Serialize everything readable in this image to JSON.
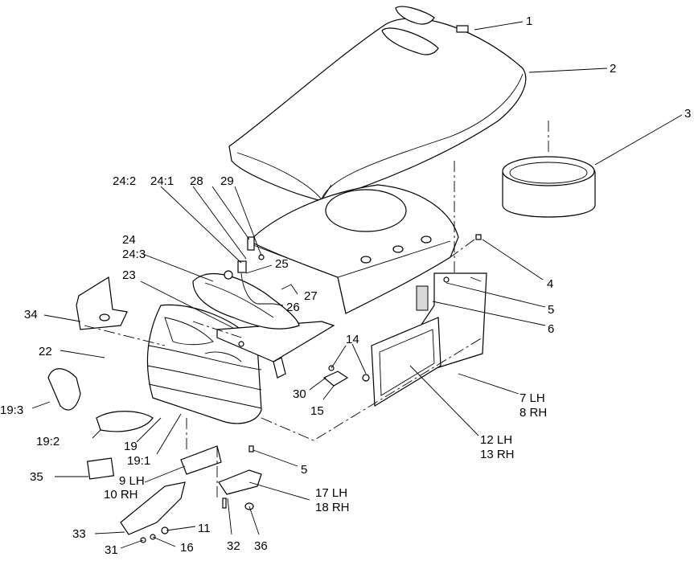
{
  "callouts": {
    "c1": "1",
    "c2": "2",
    "c3": "3",
    "c4": "4",
    "c5a": "5",
    "c5b": "5",
    "c6": "6",
    "c7": "7 LH",
    "c8": "8 RH",
    "c9": "9 LH",
    "c10": "10 RH",
    "c11": "11",
    "c12": "12 LH",
    "c13": "13 RH",
    "c14": "14",
    "c15": "15",
    "c16": "16",
    "c17": "17 LH",
    "c18": "18 RH",
    "c19": "19",
    "c19_1": "19:1",
    "c19_2": "19:2",
    "c19_3": "19:3",
    "c22": "22",
    "c23": "23",
    "c24": "24",
    "c24_1": "24:1",
    "c24_2": "24:2",
    "c24_3": "24:3",
    "c25": "25",
    "c26": "26",
    "c27": "27",
    "c28": "28",
    "c29": "29",
    "c30": "30",
    "c31": "31",
    "c32": "32",
    "c33": "33",
    "c34": "34",
    "c35": "35",
    "c36": "36"
  }
}
